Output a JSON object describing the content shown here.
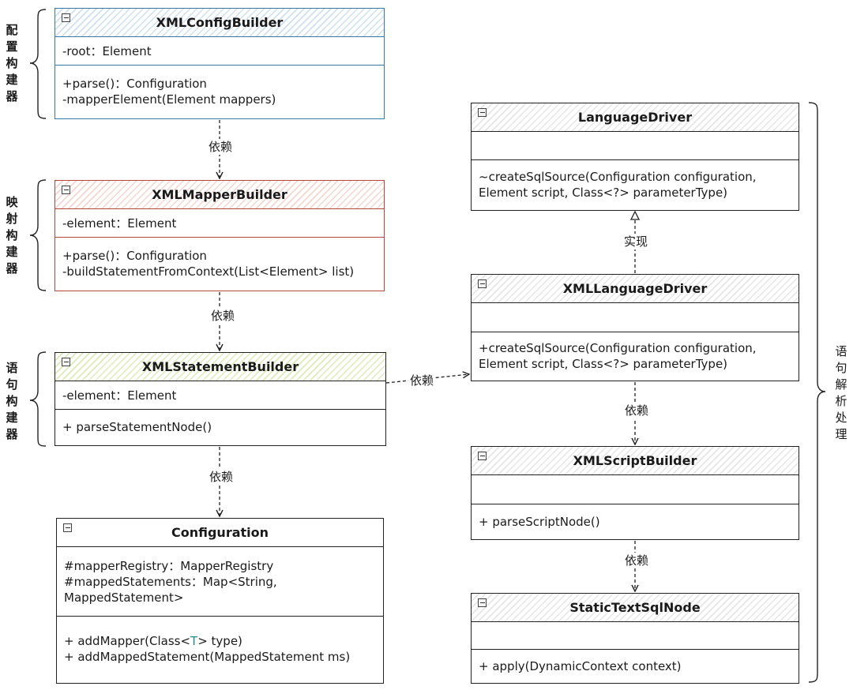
{
  "classes": {
    "xml_config_builder": {
      "name": "XMLConfigBuilder",
      "attributes": [
        "-root：Element"
      ],
      "methods": [
        "+parse()：Configuration",
        "-mapperElement(Element mappers)"
      ],
      "color": "#3a78a6"
    },
    "xml_mapper_builder": {
      "name": "XMLMapperBuilder",
      "attributes": [
        "-element：Element"
      ],
      "methods": [
        "+parse()：Configuration",
        "-buildStatementFromContext(List<Element> list)"
      ],
      "color": "#b5473a"
    },
    "xml_statement_builder": {
      "name": "XMLStatementBuilder",
      "attributes": [
        "-element：Element"
      ],
      "methods": [
        "+ parseStatementNode()"
      ]
    },
    "configuration": {
      "name": "Configuration",
      "attributes": [
        "#mapperRegistry：MapperRegistry",
        "#mappedStatements：Map<String,",
        "MappedStatement>"
      ],
      "methods": [
        "+ addMapper(Class<T> type)",
        "+ addMappedStatement(MappedStatement ms)"
      ]
    },
    "language_driver": {
      "name": "LanguageDriver",
      "methods": [
        "~createSqlSource(Configuration configuration,",
        "Element script, Class<?> parameterType)"
      ]
    },
    "xml_language_driver": {
      "name": "XMLLanguageDriver",
      "methods": [
        "+createSqlSource(Configuration configuration,",
        "Element script, Class<?> parameterType)"
      ]
    },
    "xml_script_builder": {
      "name": "XMLScriptBuilder",
      "methods": [
        "+ parseScriptNode()"
      ]
    },
    "static_text_sql_node": {
      "name": "StaticTextSqlNode",
      "methods": [
        "+ apply(DynamicContext context)"
      ]
    }
  },
  "configuration_addmapper_parts": [
    "+ addMapper(Class<",
    "T",
    "> type)"
  ],
  "edge_labels": {
    "config_to_mapper": "依赖",
    "mapper_to_statement": "依赖",
    "statement_to_configuration": "依赖",
    "statement_to_language_driver": "依赖",
    "xml_driver_to_language_driver": "实现",
    "xml_driver_to_script_builder": "依赖",
    "script_builder_to_static_node": "依赖"
  },
  "group_labels": {
    "config_builder": "配置构建器",
    "mapper_builder": "映射构建器",
    "statement_builder": "语句构建器",
    "statement_parsing": "语句解析处理"
  },
  "colors": {
    "config_border": "#3a78a6",
    "mapper_border": "#b5473a",
    "statement_hatch": "#d9ecb8",
    "type_param": "#2a8a8a",
    "line": "#222222"
  }
}
